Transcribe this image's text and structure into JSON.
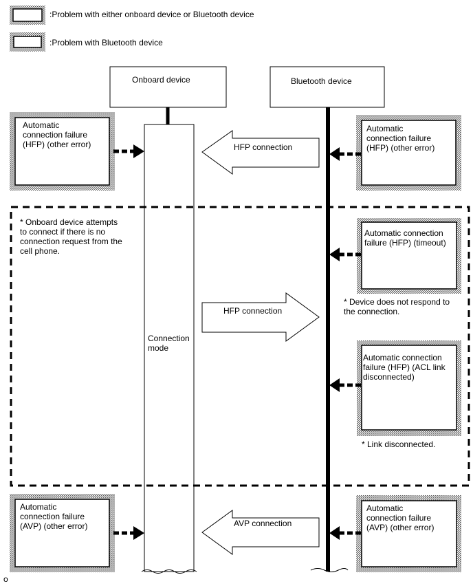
{
  "legend": {
    "plain_box_label": ":Problem with either onboard device or Bluetooth device",
    "dotted_box_label": ":Problem with Bluetooth device"
  },
  "devices": {
    "onboard": "Onboard device",
    "bluetooth": "Bluetooth device"
  },
  "onboard_state": "Connection\nmode",
  "arrows": {
    "hfp_incoming": "HFP connection",
    "hfp_outgoing": "HFP connection",
    "avp_incoming": "AVP connection"
  },
  "boxes": {
    "left_hfp_other": "Automatic\nconnection failure\n(HFP) (other error)",
    "right_hfp_other": "Automatic\nconnection failure\n(HFP) (other error)",
    "right_hfp_timeout": "Automatic connection\nfailure (HFP) (timeout)",
    "right_hfp_acl": "Automatic connection\nfailure (HFP) (ACL link\ndisconnected)",
    "left_avp_other": "Automatic\nconnection failure\n(AVP) (other error)",
    "right_avp_other": "Automatic\nconnection failure\n(AVP) (other error)"
  },
  "notes": {
    "onboard_attempt": "* Onboard device attempts\nto connect if there is no\nconnection request from the\ncell phone.",
    "no_response": "* Device does not respond to\nthe connection.",
    "link_disconnected": "* Link disconnected."
  },
  "footer_mark": "o"
}
